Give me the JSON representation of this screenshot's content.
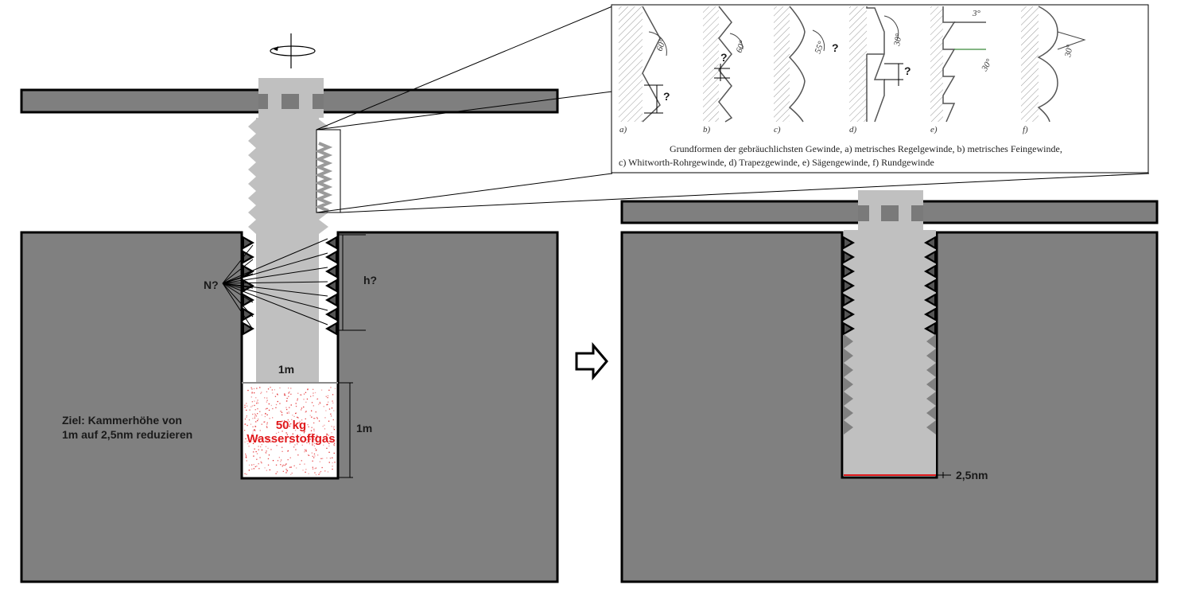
{
  "left": {
    "label_n": "N?",
    "label_h": "h?",
    "label_piston": "1m",
    "label_chamber_height": "1m",
    "gas_line1": "50 kg",
    "gas_line2": "Wasserstoffgas",
    "goal_line1": "Ziel: Kammerhöhe von",
    "goal_line2": "1m auf 2,5nm reduzieren"
  },
  "right": {
    "label_gap": "2,5nm"
  },
  "thread_table": {
    "items": [
      {
        "letter": "a)",
        "angle": "60°",
        "question": "?"
      },
      {
        "letter": "b)",
        "angle": "60°",
        "question": "?"
      },
      {
        "letter": "c)",
        "angle": "55°",
        "question": "?"
      },
      {
        "letter": "d)",
        "angle": "30°",
        "question": "?"
      },
      {
        "letter": "e)",
        "angle_top": "3°",
        "angle": "30°"
      },
      {
        "letter": "f)",
        "angle": "30°"
      }
    ],
    "caption_line1": "Grundformen der gebräuchlichsten Gewinde,  a) metrisches Regelgewinde,  b) metrisches Feingewinde,",
    "caption_line2": "c) Whitworth-Rohrgewinde,   d) Trapezgewinde,   e) Sägengewinde,   f) Rundgewinde"
  },
  "colors": {
    "block": "#808080",
    "bar": "#7f7f7f",
    "screw": "#c0c0c0",
    "square": "#7a7a7a",
    "gas_dots": "#e0191c",
    "outline": "#000000"
  }
}
